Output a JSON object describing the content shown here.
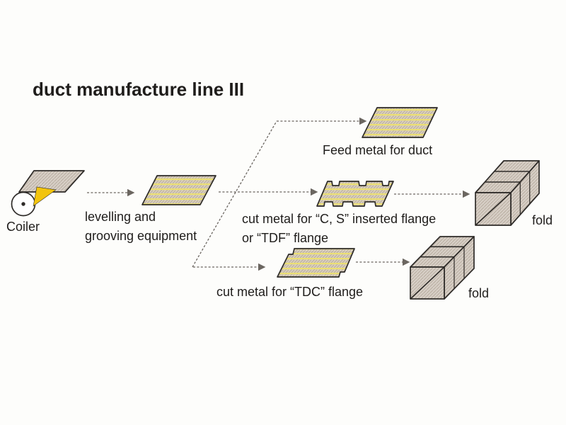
{
  "title": "duct manufacture line III",
  "labels": {
    "coiler": "Coiler",
    "levelling_line1": "levelling and",
    "levelling_line2": "grooving equipment",
    "feed_metal": "Feed metal for duct",
    "cut_cs_line1": "cut metal for “C, S” inserted flange",
    "cut_cs_line2": "or “TDF” flange",
    "cut_tdc": "cut metal for “TDC” flange",
    "fold_cs": "fold",
    "fold_tdc": "fold"
  },
  "shapes": {
    "coiler": "coil-roll-with-unwinding-sheet",
    "levelling": "striped-metal-sheet-parallelogram",
    "feed_metal": "striped-metal-sheet-parallelogram",
    "cut_cs": "castellated-cut-metal-sheet",
    "cut_tdc": "notched-cut-metal-sheet",
    "fold_cs": "folded-duct-3d-box",
    "fold_tdc": "folded-duct-3d-box"
  },
  "colors": {
    "background": "#fdfdfb",
    "text": "#1f1d1b",
    "outline": "#2e2b28",
    "arrow": "#6b6660",
    "sheet_grey": "#d7cfc6",
    "hatch_grey": "#b3a89b",
    "stripe_base": "#dacfbd",
    "stripe_yellow": "#ebdf74",
    "coiler_yellow": "#f2c40e"
  }
}
